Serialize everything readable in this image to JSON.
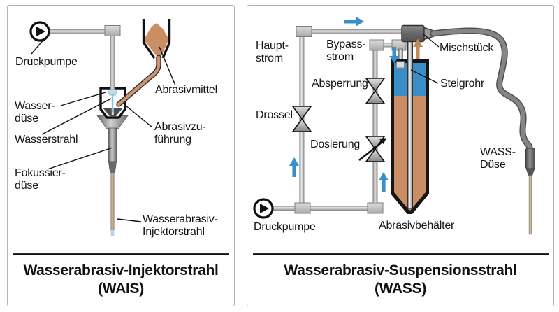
{
  "wais": {
    "title": "Wasserabrasiv-Injektorstrahl",
    "subtitle": "(WAIS)",
    "labels": {
      "druckpumpe": "Druckpumpe",
      "wasserduese": "Wasser-\ndüse",
      "wasserstrahl": "Wasserstrahl",
      "fokussierduese": "Fokussier-\ndüse",
      "abrasivmittel": "Abrasivmittel",
      "abrasivzufuehrung": "Abrasivzu-\nführung",
      "injektorstrahl": "Wasserabrasiv-\nInjektorstrahl"
    }
  },
  "wass": {
    "title": "Wasserabrasiv-Suspensionsstrahl",
    "subtitle": "(WASS)",
    "labels": {
      "hauptstrom": "Haupt-\nstrom",
      "bypassstrom": "Bypass-\nstrom",
      "mischstueck": "Mischstück",
      "absperrung": "Absperrung",
      "steigrohr": "Steigrohr",
      "drossel": "Drossel",
      "dosierung": "Dosierung",
      "wassduese": "WASS-\nDüse",
      "druckpumpe": "Druckpumpe",
      "abrasivbehaelter": "Abrasivbehälter"
    }
  },
  "colors": {
    "water_blue": "#3a8dc7",
    "flow_arrow_blue": "#3a8fc8",
    "abrasive_tan": "#c98e63",
    "abrasive_arrow_tan": "#c08a5a",
    "pipe_gray": "#9a9a9a",
    "outline_black": "#141414"
  }
}
